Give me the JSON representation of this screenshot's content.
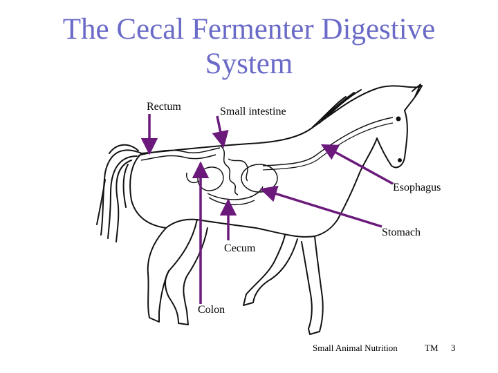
{
  "colors": {
    "title": "#6a6ac8",
    "arrow": "#6b1a7b",
    "outline": "#111111",
    "background": "#ffffff"
  },
  "title": {
    "line1": "The Cecal Fermenter Digestive",
    "line2": "System"
  },
  "labels": {
    "rectum": "Rectum",
    "small_intestine": "Small intestine",
    "esophagus": "Esophagus",
    "stomach": "Stomach",
    "cecum": "Cecum",
    "colon": "Colon"
  },
  "footer": {
    "course": "Small Animal Nutrition",
    "trademark": "TM",
    "page_number": "3"
  },
  "figure": {
    "subject": "horse-illustration"
  }
}
